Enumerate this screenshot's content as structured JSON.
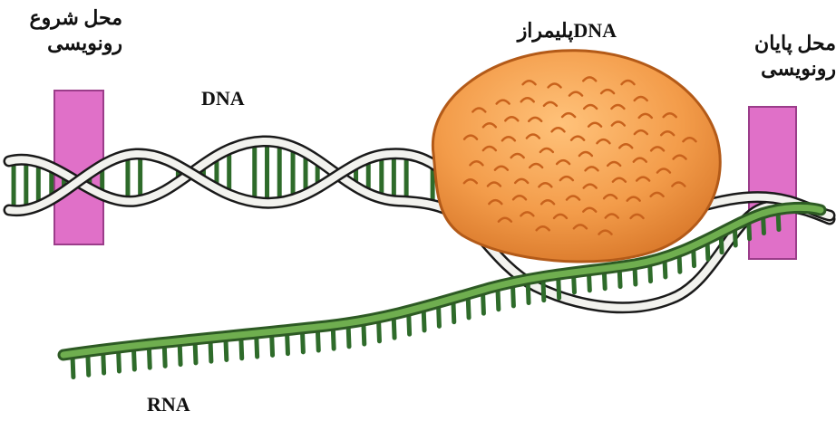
{
  "labels": {
    "start_line1": "محل شروع",
    "start_line2": "رونویسی",
    "end_line1": "محل پایان",
    "end_line2": "رونویسی",
    "dna": "DNA",
    "polymerase": "DNAپلیمراز",
    "rna": "RNA"
  },
  "colors": {
    "site_marker": "#e070c8",
    "site_marker_dark": "#9b3d8a",
    "backbone_outline": "#1a1a1a",
    "backbone_fill": "#f2f2ee",
    "rung": "#2e6b2a",
    "rna_strand": "#4f8f3a",
    "enzyme": "#f39c4a",
    "enzyme_dark": "#c8621c"
  },
  "icons": {
    "start_site": "start-site-marker",
    "end_site": "end-site-marker",
    "enzyme": "polymerase-blob",
    "dna_helix": "dna-double-helix",
    "rna_strand": "rna-strand"
  }
}
